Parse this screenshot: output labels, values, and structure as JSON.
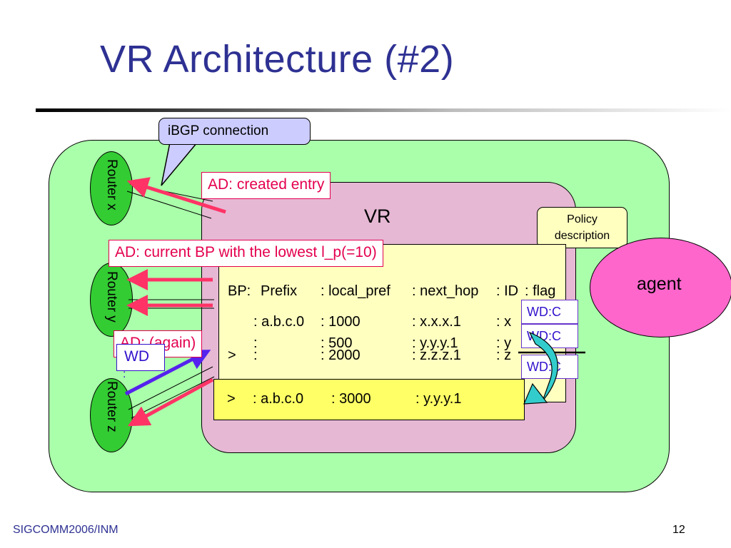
{
  "slide": {
    "title": "VR Architecture (#2)",
    "footer_left": "SIGCOMM2006/INM",
    "page_number": "12"
  },
  "callouts": {
    "ibgp": "iBGP connection",
    "ad_created": "AD: created entry",
    "ad_current": "AD: current BP with the lowest l_p(=10)",
    "ad_again": "AD: (again)",
    "wd": "WD",
    "wd_dot": ":"
  },
  "vr": {
    "label": "VR"
  },
  "routers": [
    {
      "label": "Router x"
    },
    {
      "label": "Router y"
    },
    {
      "label": "Router z"
    }
  ],
  "policy": {
    "line1": "Policy",
    "line2": "description"
  },
  "agent": {
    "label": "agent"
  },
  "table": {
    "header": [
      "BP:",
      "Prefix",
      ": local_pref",
      ": next_hop",
      ": ID",
      ": flag"
    ],
    "rows": [
      [
        "",
        ": a.b.c.0",
        ": 1000",
        ": x.x.x.1",
        ": x"
      ],
      [
        "",
        ":",
        ": 500",
        ": y.y.y.1",
        ": y"
      ],
      [
        ">",
        ":",
        ": 2000",
        ": z.z.z.1",
        ": z"
      ]
    ],
    "new_entry": [
      ">",
      ": a.b.c.0",
      ": 3000",
      ": y.y.y.1"
    ]
  },
  "flags": [
    "WD:C",
    "WD:C",
    "WD:C"
  ],
  "colors": {
    "title": "#2e3192",
    "ad_arrow": "#ff3366",
    "wd_arrow": "#5522ee",
    "outer": "#aaffaa",
    "vr": "#e6b8d4",
    "agent": "#ff66cc"
  }
}
